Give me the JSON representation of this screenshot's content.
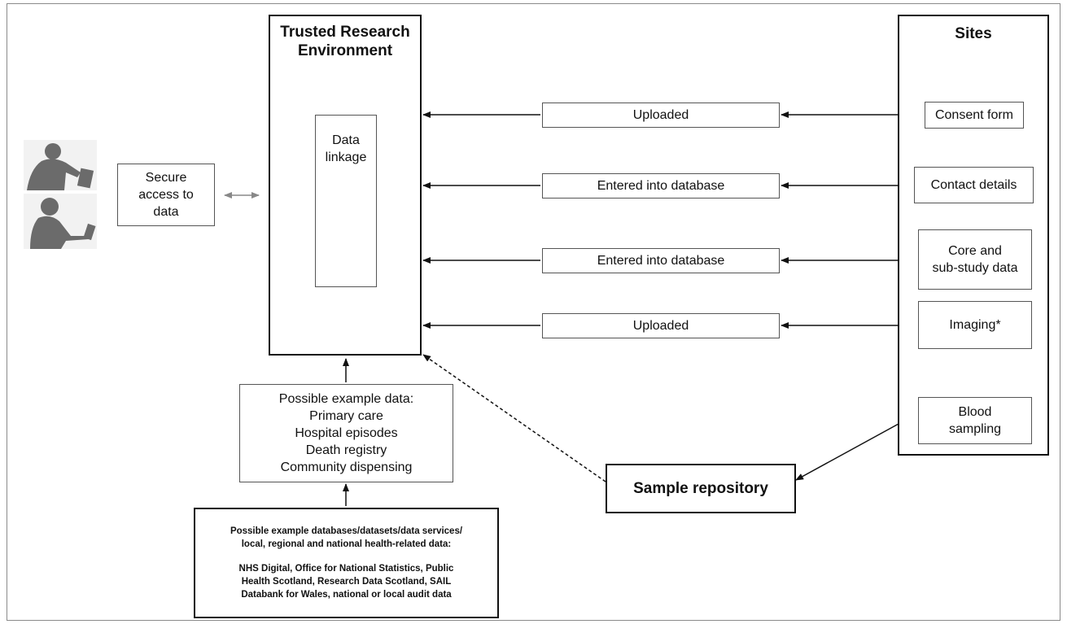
{
  "tre": {
    "title": "Trusted Research Environment",
    "linkage": "Data linkage"
  },
  "sites": {
    "title": "Sites",
    "consent": "Consent form",
    "contact": "Contact details",
    "core": "Core and\nsub-study data",
    "imaging": "Imaging*",
    "blood": "Blood\nsampling"
  },
  "flows": {
    "uploaded_1": "Uploaded",
    "entered_1": "Entered into database",
    "entered_2": "Entered into database",
    "uploaded_2": "Uploaded"
  },
  "access": {
    "label": "Secure\naccess to\ndata"
  },
  "repository": {
    "label": "Sample repository"
  },
  "example_data": {
    "label": "Possible example data:\nPrimary care\nHospital episodes\nDeath registry\nCommunity dispensing"
  },
  "databases": {
    "heading": "Possible example databases/datasets/data services/\nlocal, regional and national health-related data:",
    "body": "NHS Digital, Office for National Statistics, Public\nHealth Scotland, Research Data Scotland, SAIL\nDatabank for Wales, national or local audit data"
  },
  "icons": {
    "researcher_1": "researcher-silhouette-icon",
    "researcher_2": "researcher-silhouette-icon"
  }
}
